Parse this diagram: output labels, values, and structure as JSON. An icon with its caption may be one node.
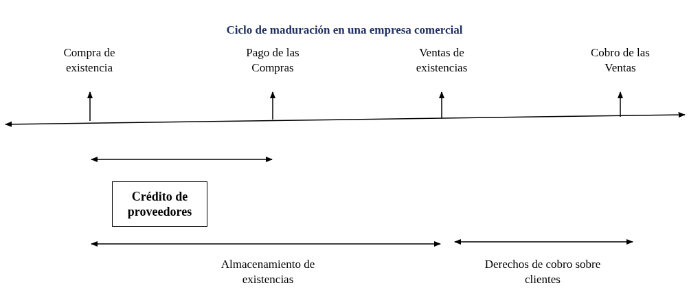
{
  "diagram": {
    "title": "Ciclo de maduración en una empresa comercial",
    "nodes": [
      {
        "text": [
          "Compra de existencia"
        ]
      },
      {
        "text": [
          "Pago de las Compras"
        ]
      },
      {
        "text": [
          "Ventas de existencias"
        ]
      },
      {
        "text": [
          "Cobro de las Ventas"
        ]
      },
      {
        "text": [
          "Crédito de proveedores"
        ]
      }
    ],
    "edges": [
      {
        "from": null,
        "to": 0,
        "arrow": "to"
      },
      {
        "from": null,
        "to": 1,
        "arrow": "to"
      },
      {
        "from": null,
        "to": 2,
        "arrow": "to"
      },
      {
        "from": null,
        "to": 3,
        "arrow": "to"
      }
    ],
    "labels": [
      "Almacenamiento de existencias",
      "Derechos de cobro sobre clientes"
    ]
  }
}
